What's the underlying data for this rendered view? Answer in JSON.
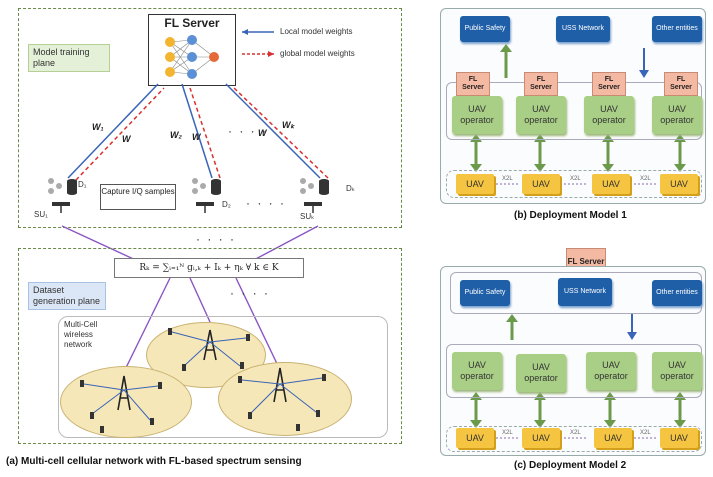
{
  "panel_a": {
    "server_title": "FL Server",
    "legend_local": "Local model weights",
    "legend_global": "global model weights",
    "training_plane_label": "Model training plane",
    "weights": [
      "W₁",
      "W",
      "W₂",
      "W",
      "W",
      "Wₖ"
    ],
    "capture_label": "Capture I/Q samples",
    "su_labels": [
      "SU₁",
      "SUₖ"
    ],
    "dataset_labels": [
      "D₁",
      "D₂",
      "Dₖ"
    ],
    "formula": "Rₖ = ∑ᵢ₌₁ᴺ gᵢ,ₖ + Iₖ + ηₖ  ∀ k ∈ K",
    "dataset_plane_label": "Dataset generation plane",
    "multicell_label": "Multi-Cell wireless network",
    "dots": "· · · ·",
    "caption": "(a) Multi-cell cellular network with FL-based spectrum sensing"
  },
  "panel_b": {
    "entities": [
      "Public Safety",
      "USS Network",
      "Other entities"
    ],
    "fl_tag": "FL Server",
    "operator": "UAV operator",
    "uav": "UAV",
    "links": [
      "X2L",
      "X2L",
      "X2L"
    ],
    "caption": "(b) Deployment Model 1"
  },
  "panel_c": {
    "entities": [
      "Public Safety",
      "USS Network",
      "Other entities"
    ],
    "fl_tag": "FL Server",
    "operator": "UAV operator",
    "uav": "UAV",
    "links": [
      "X2L",
      "X2L",
      "X2L"
    ],
    "caption": "(c) Deployment Model 2"
  },
  "colors": {
    "local_arrow": "#3a64b8",
    "global_arrow": "#d93030",
    "uplink_arrow": "#8a55c4",
    "entity_blue": "#1f5fa8",
    "operator_green": "#a9cf86",
    "uav_yellow": "#f5c542",
    "fl_tag": "#f4b9a3"
  }
}
